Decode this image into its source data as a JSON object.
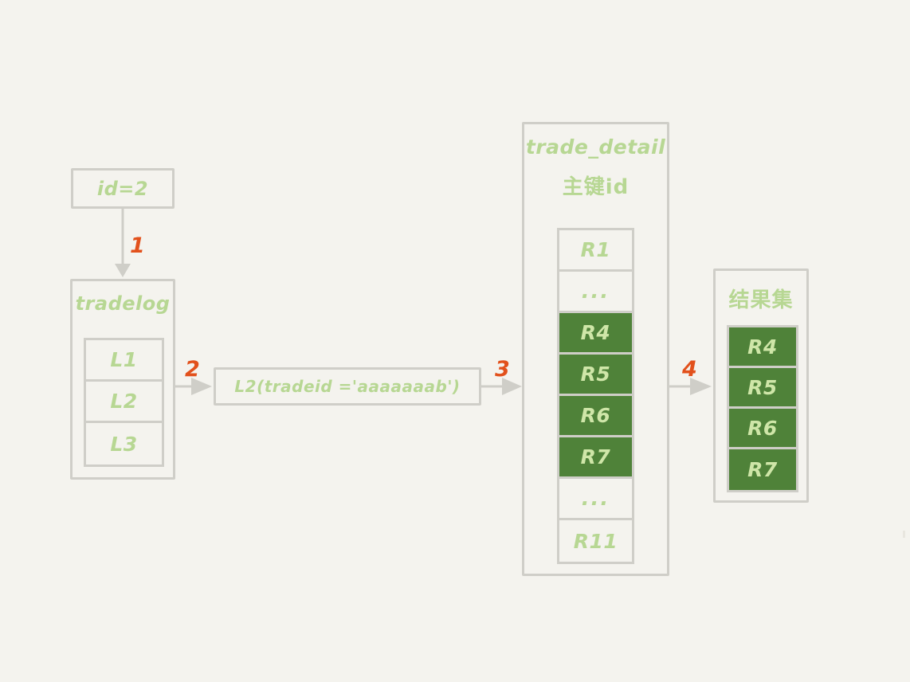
{
  "diagram": {
    "title": "index lookup and row-back query flow",
    "background_color": "#f4f3ee",
    "ink_green": "#b7d793",
    "highlight_green": "#4f8239",
    "highlight_text": "#cfe6a8",
    "border_gray": "#cfcec8",
    "step_orange": "#e2511c"
  },
  "nodes": {
    "id_box": {
      "label": "id=2"
    },
    "tradelog": {
      "title": "tradelog",
      "rows": [
        "L1",
        "L2",
        "L3"
      ]
    },
    "condition": {
      "label": "L2(tradeid ='aaaaaaab')"
    },
    "trade_detail": {
      "title": "trade_detail",
      "subtitle": "主键id",
      "rows": [
        {
          "label": "R1",
          "highlighted": false
        },
        {
          "label": "...",
          "highlighted": false
        },
        {
          "label": "R4",
          "highlighted": true
        },
        {
          "label": "R5",
          "highlighted": true
        },
        {
          "label": "R6",
          "highlighted": true
        },
        {
          "label": "R7",
          "highlighted": true
        },
        {
          "label": "...",
          "highlighted": false
        },
        {
          "label": "R11",
          "highlighted": false
        }
      ]
    },
    "result_set": {
      "title": "结果集",
      "rows": [
        {
          "label": "R4",
          "highlighted": true
        },
        {
          "label": "R5",
          "highlighted": true
        },
        {
          "label": "R6",
          "highlighted": true
        },
        {
          "label": "R7",
          "highlighted": true
        }
      ]
    }
  },
  "steps": [
    {
      "label": "1"
    },
    {
      "label": "2"
    },
    {
      "label": "3"
    },
    {
      "label": "4"
    }
  ]
}
